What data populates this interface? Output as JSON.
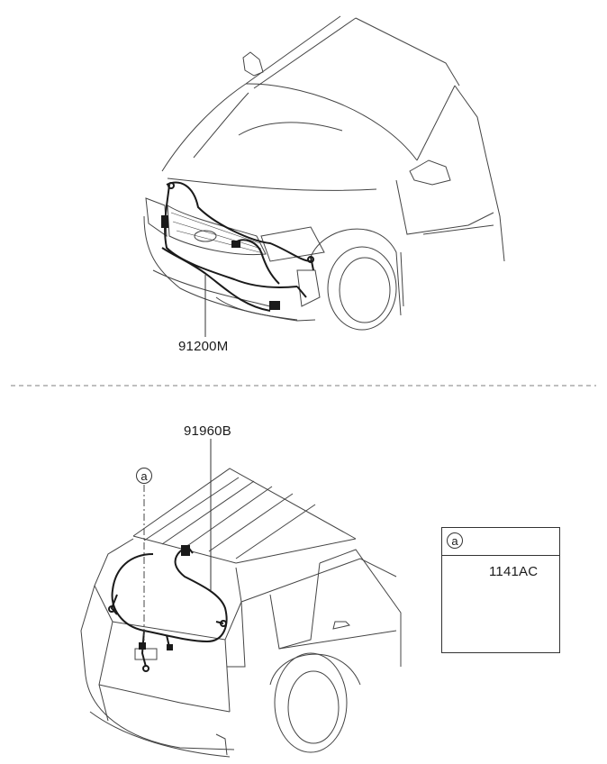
{
  "parts": {
    "front_harness": "91200M",
    "tailgate_harness": "91960B",
    "bolt": "1141AC"
  },
  "detail_ref": "a",
  "colors": {
    "line": "#333333",
    "wire": "#1a1a1a",
    "divider": "#999999"
  }
}
